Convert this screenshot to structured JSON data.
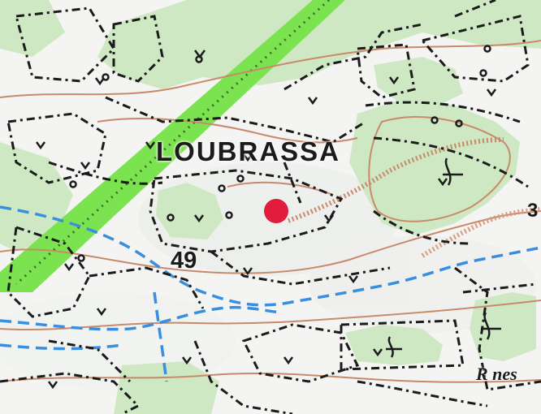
{
  "map": {
    "place_name": "LOUBRASSA",
    "elevation": "49",
    "route_label": "R nes",
    "edge_number": "3",
    "colors": {
      "background": "#f4f5f3",
      "green_area": "#cfe8c4",
      "green_band": "#7ce350",
      "contour": "#c98a6b",
      "stream": "#3a8ee0",
      "boundary": "#1b1b1b",
      "marker": "#e01b3c"
    },
    "marker_icon": "red-location-dot"
  }
}
